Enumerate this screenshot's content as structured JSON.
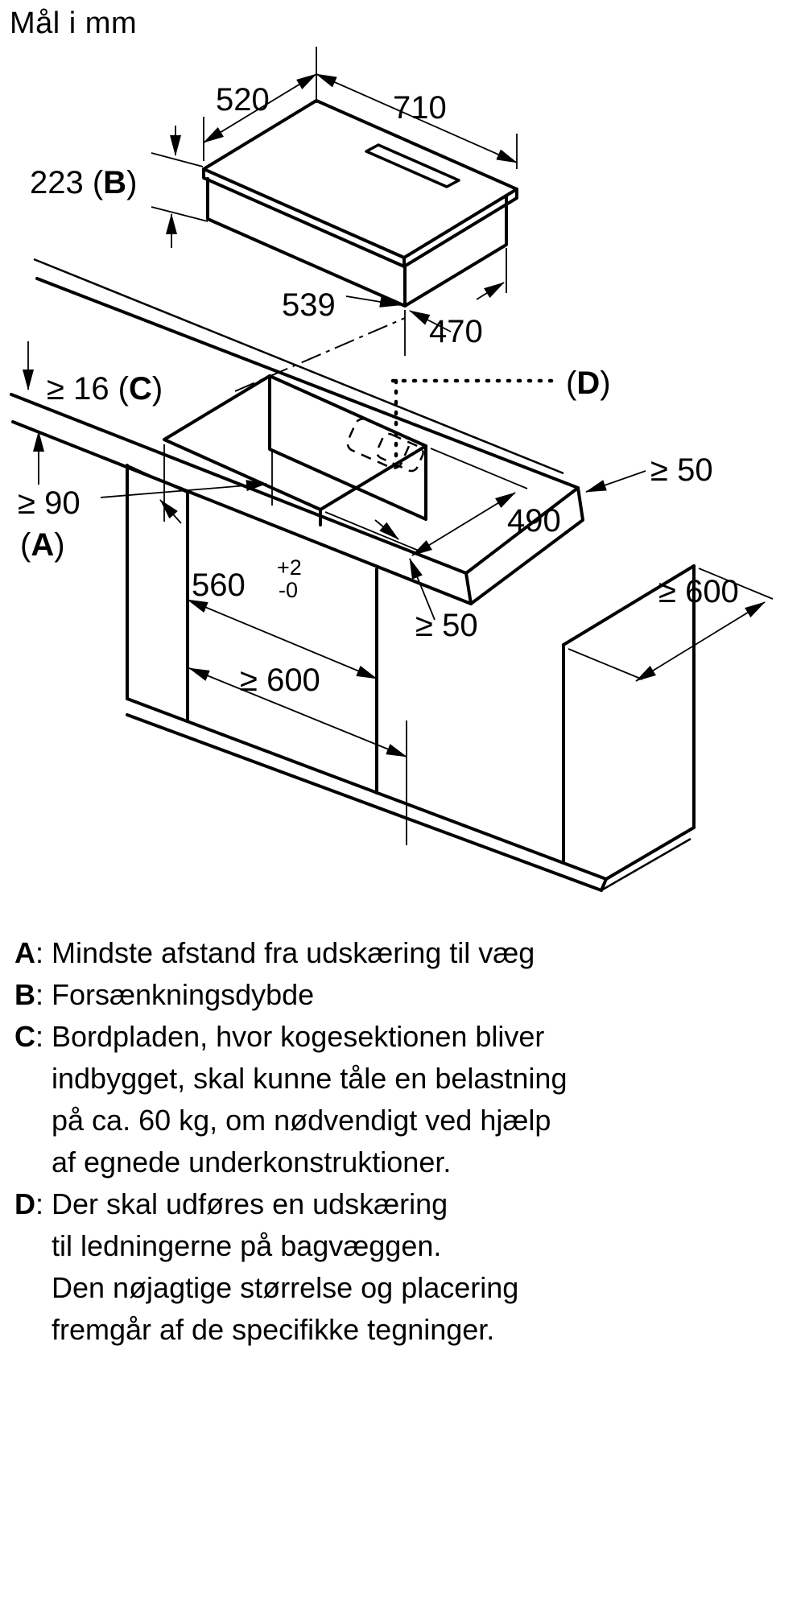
{
  "title": "Mål i mm",
  "dims": {
    "d520": "520",
    "d710": "710",
    "d223_prefix": "223 (",
    "d223_letter": "B",
    "d223_suffix": ")",
    "d539": "539",
    "d470": "470",
    "d16_prefix": "≥ 16 (",
    "d16_letter": "C",
    "d16_suffix": ")",
    "dD_open": "(",
    "dD_letter": "D",
    "dD_close": ")",
    "d90": "≥ 90",
    "dA_open": "(",
    "dA_letter": "A",
    "dA_close": ")",
    "d560": "560",
    "d560_tol_plus": "+2",
    "d560_tol_minus": "-0",
    "d490": "490",
    "d50_top": "≥ 50",
    "d50_mid": "≥ 50",
    "d600_right": "≥ 600",
    "d600_bottom": "≥ 600"
  },
  "legend": {
    "colon": ":",
    "items": [
      {
        "key": "A",
        "lines": [
          "Mindste afstand fra udskæring til væg"
        ]
      },
      {
        "key": "B",
        "lines": [
          "Forsænkningsdybde"
        ]
      },
      {
        "key": "C",
        "lines": [
          "Bordpladen, hvor kogesektionen bliver",
          "indbygget, skal kunne tåle en belastning",
          "på ca. 60 kg, om nødvendigt ved hjælp",
          "af egnede underkonstruktioner."
        ]
      },
      {
        "key": "D",
        "lines": [
          "Der skal udføres en udskæring",
          "til ledningerne på bagvæggen.",
          "Den nøjagtige størrelse og placering",
          "fremgår af de specifikke tegninger."
        ]
      }
    ]
  },
  "colors": {
    "line": "#000000",
    "background": "#ffffff"
  }
}
